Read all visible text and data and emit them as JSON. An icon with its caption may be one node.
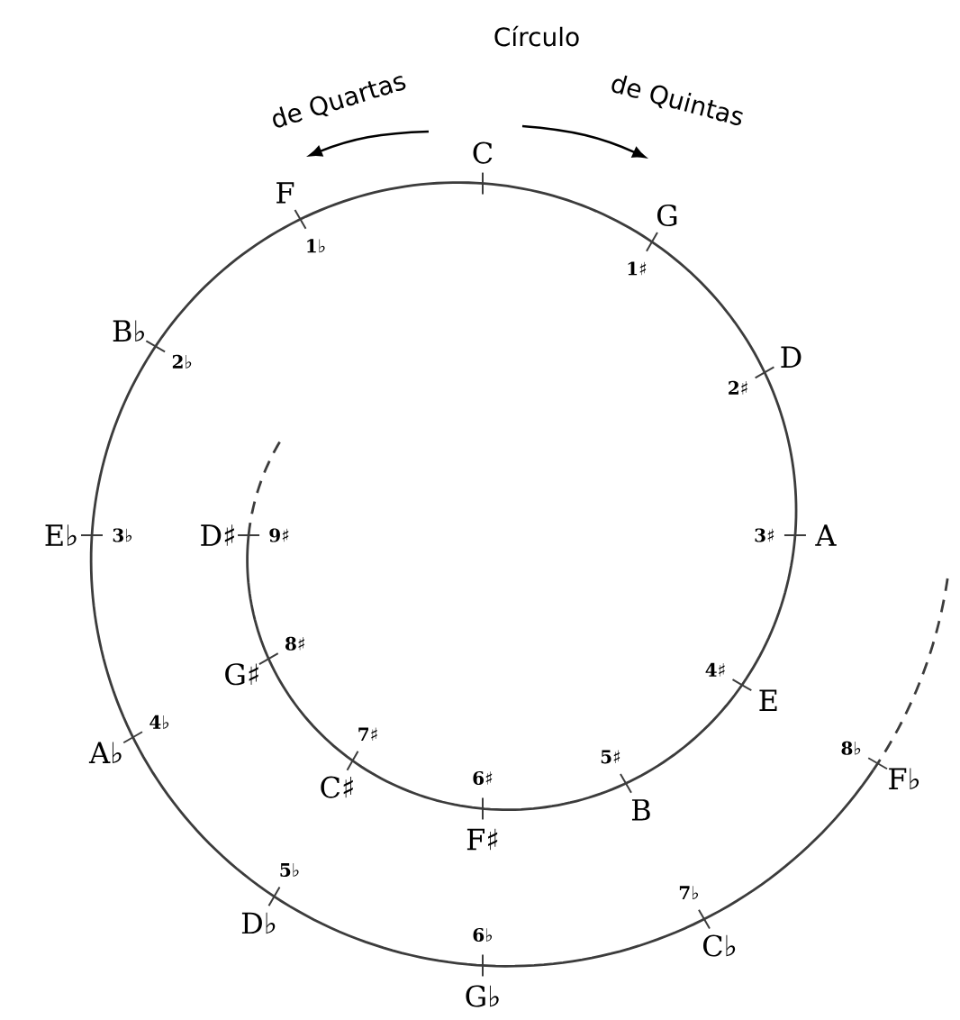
{
  "diagram": {
    "labels": [
      "Círculo",
      "de Quartas",
      "de Quintas",
      "C",
      "F",
      "G",
      "1♭",
      "1♯",
      "B♭",
      "2♭",
      "2♯",
      "D",
      "E♭",
      "3♭",
      "D♯",
      "9♯",
      "3♯",
      "A",
      "G♯",
      "8♯",
      "4♯",
      "E",
      "A♭",
      "4♭",
      "7♯",
      "5♯",
      "8♭",
      "F♭",
      "6♯",
      "C♯",
      "B",
      "F♯",
      "5♭",
      "7♭",
      "D♭",
      "C♭",
      "6♭",
      "G♭"
    ]
  }
}
